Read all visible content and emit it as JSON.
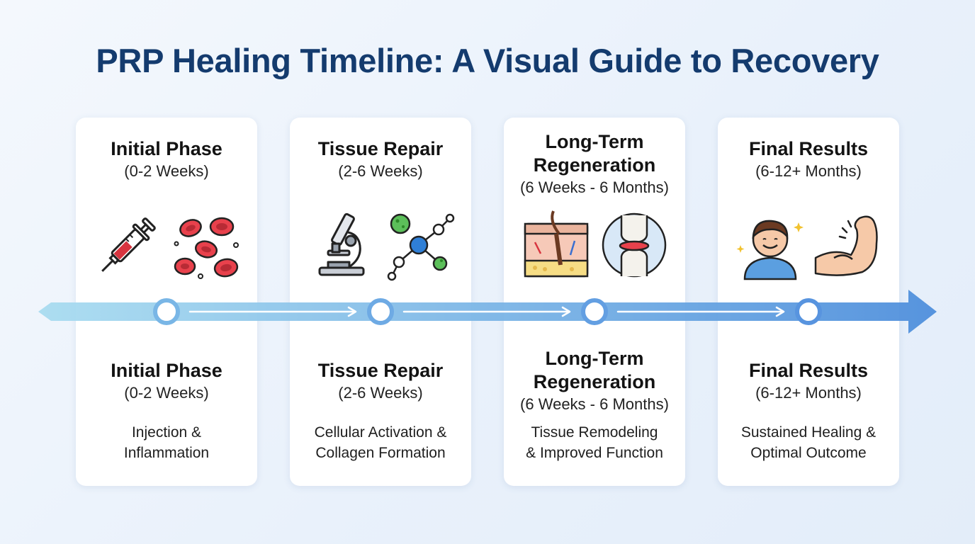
{
  "title": "PRP Healing Timeline: A Visual Guide to Recovery",
  "accent_color": "#5b9fe0",
  "title_color": "#143b6e",
  "phases": [
    {
      "title": "Initial Phase",
      "range": "(0-2 Weeks)",
      "description_line1": "Injection &",
      "description_line2": "Inflammation",
      "icons": [
        "syringe-icon",
        "red-blood-cells-icon"
      ]
    },
    {
      "title": "Tissue Repair",
      "range": "(2-6 Weeks)",
      "description_line1": "Cellular Activation &",
      "description_line2": "Collagen Formation",
      "icons": [
        "microscope-icon",
        "molecules-icon"
      ]
    },
    {
      "title_line1": "Long-Term",
      "title_line2": "Regeneration",
      "range": "(6 Weeks - 6 Months)",
      "description_line1": "Tissue Remodeling",
      "description_line2": "& Improved Function",
      "icons": [
        "skin-layers-icon",
        "knee-joint-icon"
      ]
    },
    {
      "title": "Final Results",
      "range": "(6-12+ Months)",
      "description_line1": "Sustained Healing &",
      "description_line2": "Optimal Outcome",
      "icons": [
        "happy-person-icon",
        "flexed-arm-icon"
      ]
    }
  ]
}
